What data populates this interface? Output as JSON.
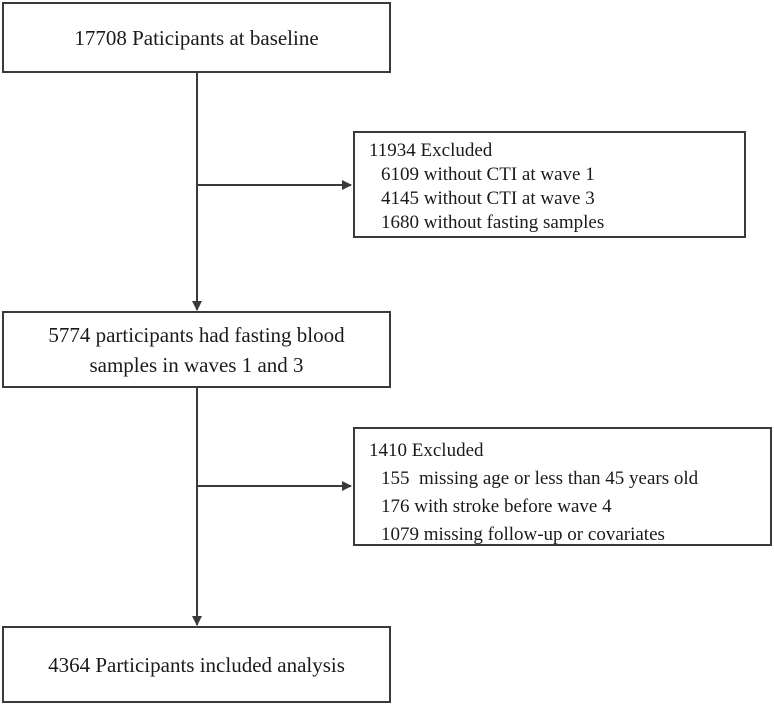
{
  "boxes": {
    "baseline": "17708 Paticipants at baseline",
    "fasting": [
      "5774 participants had fasting blood",
      "samples in waves 1 and 3"
    ],
    "included": "4364 Participants included analysis"
  },
  "exclusions": [
    {
      "header": "11934 Excluded",
      "items": [
        "6109 without CTI at wave 1",
        "4145 without CTI at wave 3",
        "1680 without fasting samples"
      ]
    },
    {
      "header": "1410 Excluded",
      "items": [
        "155  missing age or less than 45 years old",
        "176 with stroke before wave 4",
        "1079 missing follow-up or covariates"
      ]
    }
  ]
}
